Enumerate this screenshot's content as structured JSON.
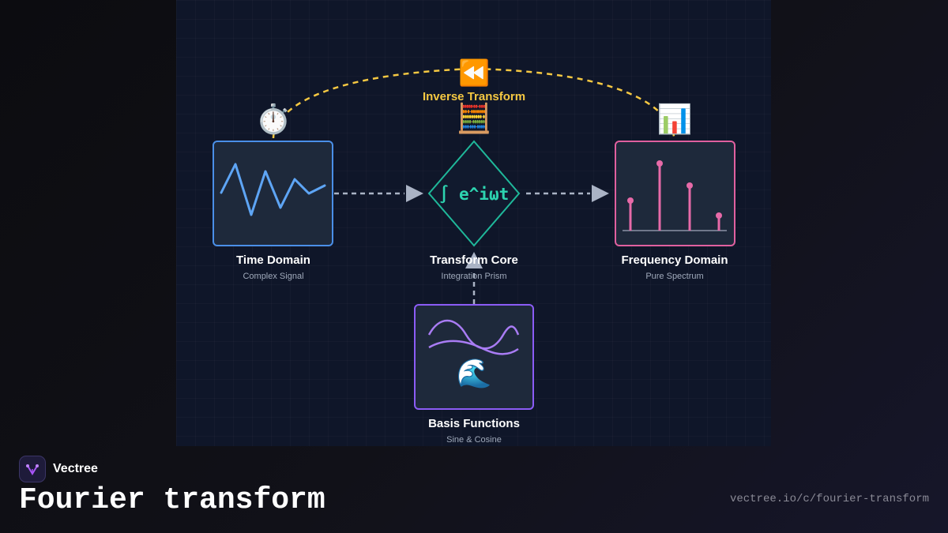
{
  "diagram": {
    "inverse": {
      "label": "Inverse Transform",
      "icon": "rewind-icon",
      "color": "#f5c842"
    },
    "nodes": {
      "time": {
        "title": "Time Domain",
        "subtitle": "Complex Signal",
        "icon": "stopwatch-icon",
        "color": "#4a8fe8"
      },
      "core": {
        "title": "Transform Core",
        "subtitle": "Integration Prism",
        "formula": "∫ e^iωt",
        "icon": "abacus-icon",
        "color": "#1fb89a"
      },
      "frequency": {
        "title": "Frequency Domain",
        "subtitle": "Pure Spectrum",
        "icon": "bar-chart-icon",
        "color": "#e0609f"
      },
      "basis": {
        "title": "Basis Functions",
        "subtitle": "Sine & Cosine",
        "icon": "wave-icon",
        "color": "#8b5cf6"
      }
    }
  },
  "footer": {
    "brand": "Vectree",
    "title": "Fourier transform",
    "url": "vectree.io/c/fourier-transform"
  }
}
